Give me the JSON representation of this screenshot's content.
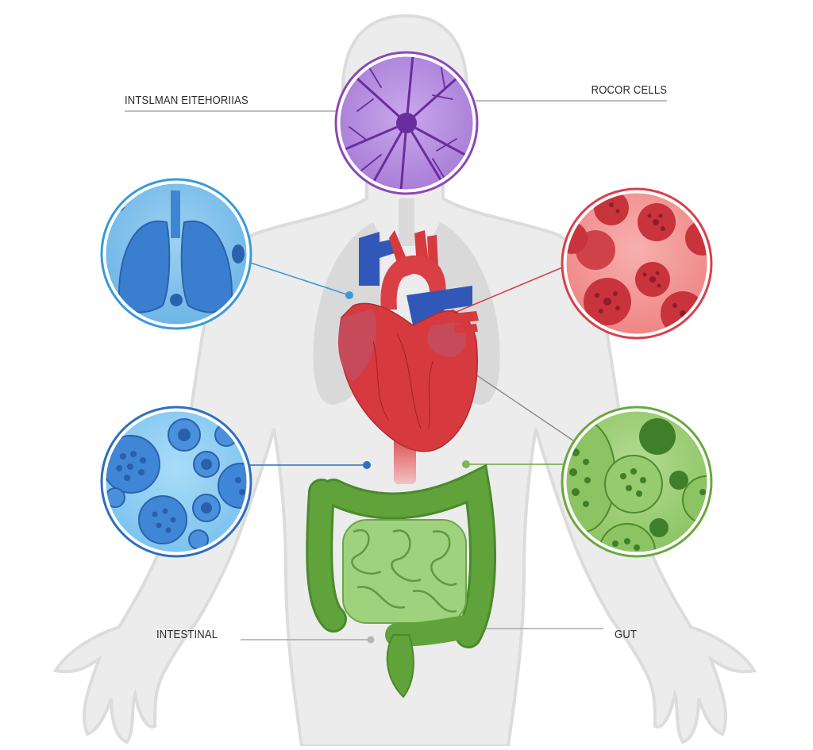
{
  "diagram": {
    "type": "anatomical-infographic",
    "subject": "human body silhouette with organs and magnified cell circles",
    "labels": {
      "top_left": "INTSLMAN EITEHORIIAS",
      "top_right": "ROCOR CELLS",
      "bottom_left": "INTESTINAL",
      "bottom_right": "GUT"
    },
    "organs": [
      {
        "name": "heart",
        "color": "#d63a3f"
      },
      {
        "name": "intestines",
        "color": "#5fa33a"
      },
      {
        "name": "lungs-silhouette",
        "color": "#d8d8d8"
      }
    ],
    "callouts": [
      {
        "id": "neuron",
        "position": "top-center",
        "ring_color": "#8a48b8",
        "fill_color": "#b78ee0",
        "content": "neuron with branching dendrites"
      },
      {
        "id": "lungs",
        "position": "upper-left",
        "ring_color": "#3a9ad9",
        "fill_color": "#7cc0ee",
        "content": "lungs with trachea"
      },
      {
        "id": "red-cells",
        "position": "upper-right",
        "ring_color": "#d9404a",
        "fill_color": "#f39a9a",
        "content": "red spotted cells"
      },
      {
        "id": "blue-cells",
        "position": "lower-left",
        "ring_color": "#2e6fc0",
        "fill_color": "#8fcdf4",
        "content": "blue cells with nuclei"
      },
      {
        "id": "green-cells",
        "position": "lower-right",
        "ring_color": "#6aa83d",
        "fill_color": "#9dd07a",
        "content": "green spotted cells"
      }
    ],
    "colors": {
      "body": "#ececec",
      "body_outline": "#dcdcdc",
      "connector_gray": "#9a9a9a",
      "vein_blue": "#3158b8",
      "artery_red": "#d63a3f"
    }
  }
}
